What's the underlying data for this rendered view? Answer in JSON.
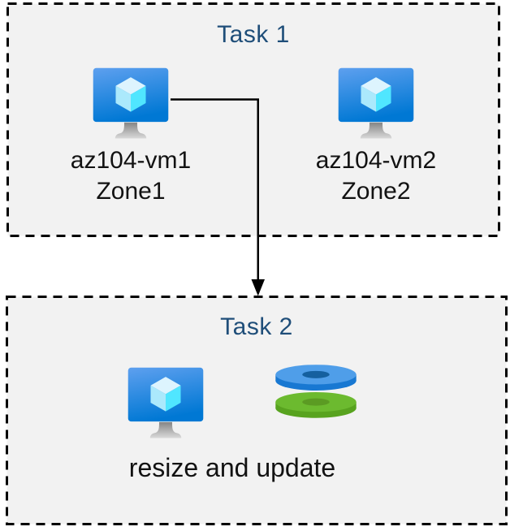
{
  "diagram": {
    "task1": {
      "title": "Task 1",
      "vms": [
        {
          "name": "az104-vm1",
          "zone": "Zone1",
          "icon": "virtual-machine-icon"
        },
        {
          "name": "az104-vm2",
          "zone": "Zone2",
          "icon": "virtual-machine-icon"
        }
      ]
    },
    "connector": {
      "from": "az104-vm1",
      "to": "Task 2",
      "style": "elbow-arrow"
    },
    "task2": {
      "title": "Task 2",
      "icons": [
        "virtual-machine-icon",
        "disks-icon"
      ],
      "caption": "resize and update"
    }
  },
  "colors": {
    "box_bg": "#f2f2f2",
    "box_border": "#000000",
    "title": "#1f4e79",
    "label": "#121212",
    "connector": "#000000",
    "vm_screen_top": "#5ea0ef",
    "vm_screen_bottom": "#0078d4",
    "cube_top": "#ddf4fe",
    "cube_left": "#abe9fc",
    "cube_right": "#50e6ff",
    "stand_top": "#858585",
    "stand_bottom": "#d9d9d9",
    "disk_blue_top": "#4f9ee9",
    "disk_blue_side": "#1878d2",
    "disk_blue_hole": "#15609f",
    "disk_green_top": "#6cba2f",
    "disk_green_side": "#58a31f",
    "disk_green_hole": "#5b9b23"
  }
}
